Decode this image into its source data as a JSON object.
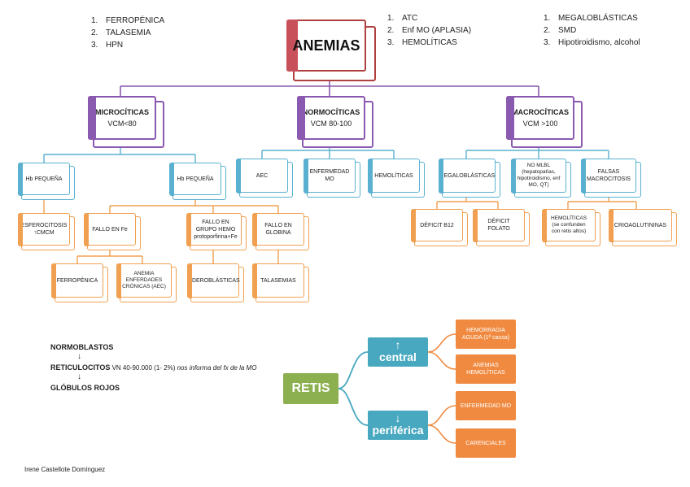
{
  "lists": {
    "left": [
      {
        "n": "1.",
        "text": "FERROPÉNICA"
      },
      {
        "n": "2.",
        "text": "TALASEMIA"
      },
      {
        "n": "3.",
        "text": "HPN"
      }
    ],
    "middle": [
      {
        "n": "1.",
        "text": "ATC"
      },
      {
        "n": "2.",
        "text": "Enf MO (APLASIA)"
      },
      {
        "n": "3.",
        "text": "HEMOLÍTICAS"
      }
    ],
    "right": [
      {
        "n": "1.",
        "text": "MEGALOBLÁSTICAS"
      },
      {
        "n": "2.",
        "text": "SMD"
      },
      {
        "n": "3.",
        "text": "Hipotiroidismo, alcohol"
      }
    ]
  },
  "title": "ANEMIAS",
  "categories": {
    "micro": {
      "name": "MICROCÍTICAS",
      "vcm": "VCM<80"
    },
    "normo": {
      "name": "NORMOCÍTICAS",
      "vcm": "VCM 80-100"
    },
    "macro": {
      "name": "MACROCÍTICAS",
      "vcm": "VCM >100"
    }
  },
  "blue": {
    "hb_small1": "Hb PEQUEÑA",
    "hb_small2": "Hb PEQUEÑA",
    "aec": "AEC",
    "enf_mo": "ENFERMEDAD MO",
    "hemoliticas": "HEMOLÍTICAS",
    "megaloblasticas": "MEGALOBLÁSTICAS",
    "no_mbl": "NO MLBL (hepatopatías, hipotiroidismo, enf MO, QT)",
    "falsas": "FALSAS MACROCITOSIS"
  },
  "orange": {
    "esferocitosis": "ESFEROCITOSIS ↑CMCM",
    "fallo_fe": "FALLO EN Fe",
    "fallo_hemo": "FALLO EN GRUPO HEMO protoporfirina+Fe",
    "fallo_globina": "FALLO EN GLOBINA",
    "ferropenica": "FERROPÉNICA",
    "anemia_ec": "ANEMIA ENFERDADES CRÓNICAS (AEC)",
    "sideroblasticas": "SIDEROBLÁSTICAS",
    "talasemias": "TALASEMIAS",
    "deficit_b12": "DÉFICIT B12",
    "deficit_folato": "DÉFICIT FOLATO",
    "hemoliticas_retis": "HEMOLÍTICAS (se confunden con retis altos)",
    "crioaglutininas": "CRIOAGLUTININAS"
  },
  "sequence": {
    "step1": "NORMOBLASTOS",
    "step2": "RETICULOCITOS",
    "step2_detail_plain": " VN 40-90.000 (1- 2%) ",
    "step2_detail_italic": "nos informa del fx de la MO",
    "step3": "GLÓBULOS ROJOS",
    "arrow": "↓"
  },
  "retis": {
    "label": "RETIS",
    "central": {
      "arrow": "↑",
      "label": "central"
    },
    "periferica": {
      "arrow": "↓",
      "label": "periférica"
    },
    "hemorragia": "HEMORRAGIA AGUDA (1ª causa)",
    "anemias_hemoliticas": "ANEMIAS HEMOLÍTICAS",
    "enfermedad_mo": "ENFERMEDAD MO",
    "carenciales": "CARENCIALES"
  },
  "author": "Irene Castellote Domínguez"
}
